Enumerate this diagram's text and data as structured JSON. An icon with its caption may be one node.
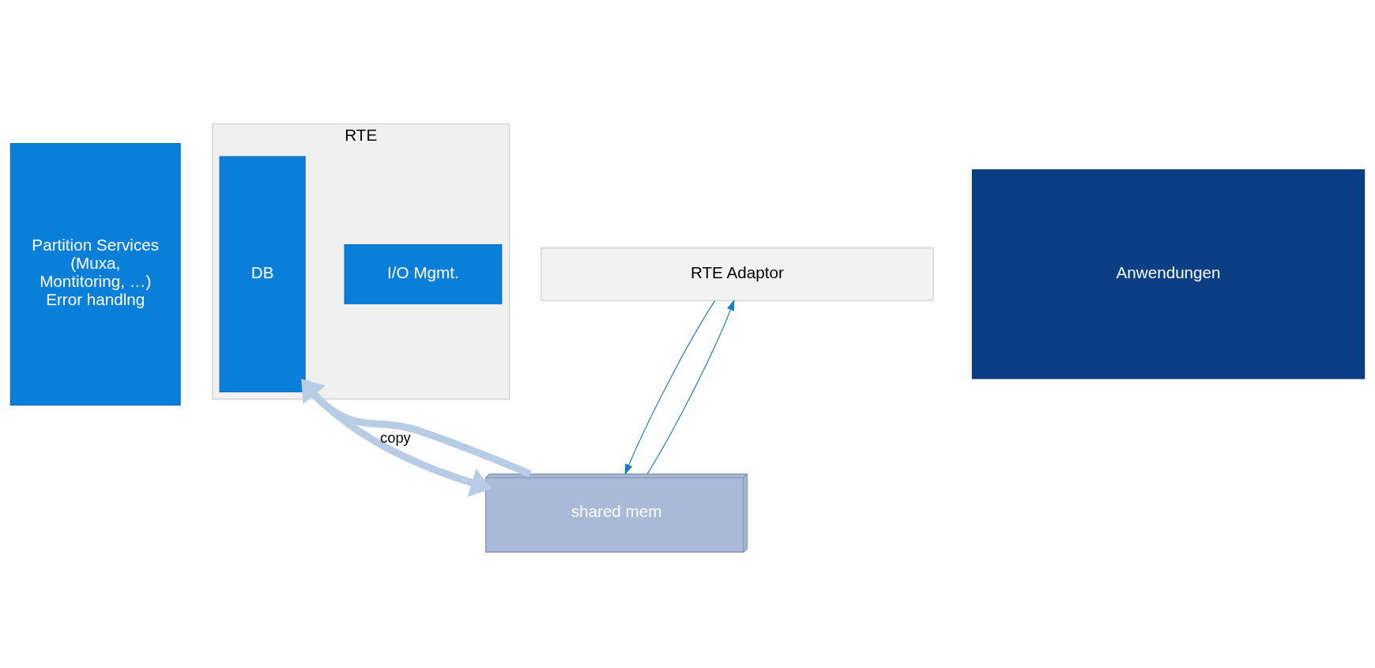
{
  "diagram": {
    "nodes": [
      {
        "text": [
          "Partition Services (Muxa, Montitoring, …) Error handlng"
        ]
      },
      {
        "text": [
          "RTE"
        ]
      },
      {
        "text": [
          "I/O Mgmt."
        ],
        "in": 1
      },
      {
        "text": [
          "DB"
        ],
        "in": 1
      },
      {
        "text": [
          "Anwendungen"
        ]
      },
      {
        "text": [
          "RTE Adaptor"
        ]
      },
      {
        "text": [
          "shared mem"
        ]
      }
    ],
    "edges": [
      {
        "from": 3,
        "to": 6,
        "arrow": "to",
        "label": "copy",
        "style": "thick",
        "color": "#b8cce6"
      },
      {
        "from": 6,
        "to": 3,
        "arrow": "to",
        "style": "thick",
        "color": "#b8cce6"
      },
      {
        "from": 6,
        "to": 5,
        "arrow": "to",
        "color": "#1a7cc6"
      },
      {
        "from": 5,
        "to": 6,
        "arrow": "to",
        "color": "#1a7cc6"
      }
    ]
  }
}
